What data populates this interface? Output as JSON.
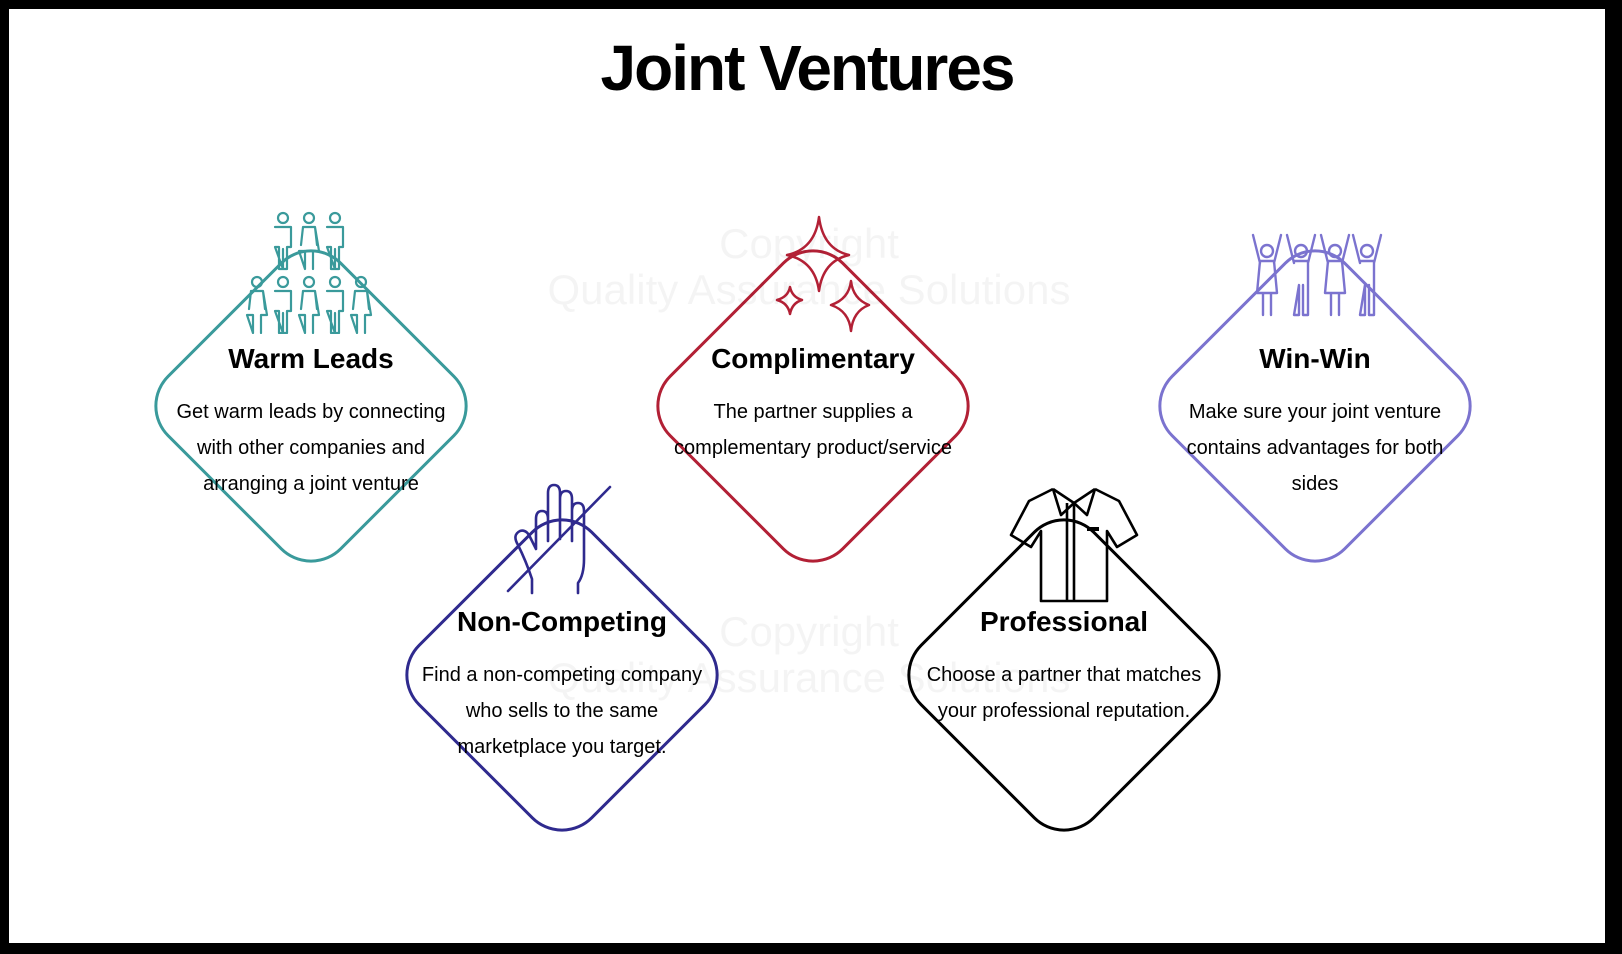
{
  "title": "Joint Ventures",
  "watermark": {
    "line1": "Copyright",
    "line2": "Quality Assurance Solutions"
  },
  "cards": [
    {
      "title": "Warm Leads",
      "body": "Get warm leads by connecting with other companies and arranging a joint venture",
      "color": "#3a9a9b",
      "icon": "people-group-icon"
    },
    {
      "title": "Complimentary",
      "body": "The partner supplies a complementary product/service",
      "color": "#b22035",
      "icon": "sparkle-icon"
    },
    {
      "title": "Win-Win",
      "body": "Make sure your joint venture contains advantages for both sides",
      "color": "#7b73cf",
      "icon": "cheering-people-icon"
    },
    {
      "title": "Non-Competing",
      "body": "Find a non-competing company who sells to the same marketplace you target.",
      "color": "#2f2a8e",
      "icon": "stop-hand-icon"
    },
    {
      "title": "Professional",
      "body": "Choose a partner that matches your professional reputation.",
      "color": "#000000",
      "icon": "shirt-icon"
    }
  ]
}
